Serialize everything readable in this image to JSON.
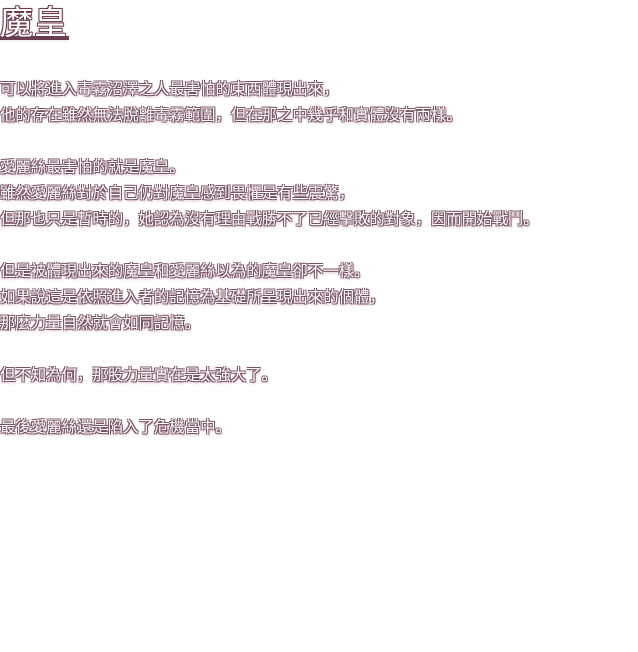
{
  "title": "魔皇",
  "paragraphs": [
    {
      "lines": [
        "可以將進入毒霧沼澤之人最害怕的東西體現出來，",
        "他的存在雖然無法脫離毒霧範圍，但在那之中幾乎和實體沒有兩樣。"
      ]
    },
    {
      "lines": [
        "愛麗絲最害怕的就是魔皇。",
        "雖然愛麗絲對於自己仍對魔皇感到畏懼是有些震驚，",
        "但那也只是暫時的，她認為沒有理由戰勝不了已經擊敗的對象，因而開始戰鬥。"
      ]
    },
    {
      "lines": [
        "但是被體現出來的魔皇和愛麗絲以為的魔皇卻不一樣。",
        "如果說這是依照進入者的記憶為基礎所呈現出來的個體，",
        "那麼力量自然就會如同記憶。"
      ]
    },
    {
      "lines": [
        "但不知為何，那股力量實在是太強大了。"
      ]
    },
    {
      "lines": [
        "最後愛麗絲還是陷入了危機當中。"
      ]
    }
  ]
}
